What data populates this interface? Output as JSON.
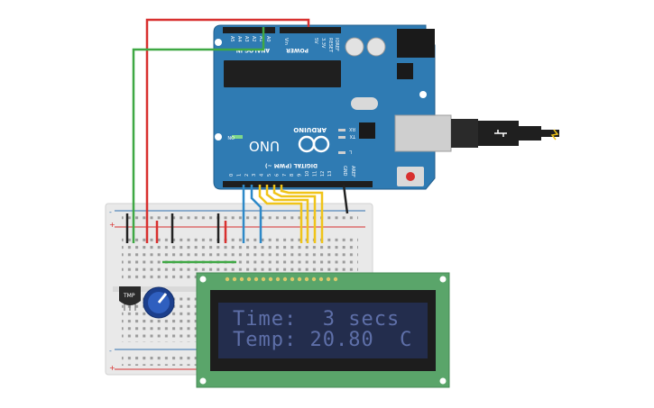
{
  "arduino": {
    "brand": "ARDUINO",
    "model": "UNO",
    "analog_label": "ANALOG IN",
    "power_label": "POWER",
    "digital_label": "DIGITAL (PWM ~)",
    "on_label": "ON",
    "tx_label": "TX",
    "rx_label": "RX",
    "l_label": "L",
    "aref_label": "AREF",
    "gnd_label": "GND",
    "ioref_label": "IOREF",
    "reset_label": "RESET",
    "v33_label": "3.3V",
    "v5_label": "5V",
    "vin_label": "Vin",
    "analog_pins": [
      "A0",
      "A1",
      "A2",
      "A3",
      "A4",
      "A5"
    ],
    "digital_pins": [
      "0",
      "1",
      "2",
      "3",
      "4",
      "5",
      "6",
      "7",
      "8",
      "9",
      "10",
      "11",
      "12",
      "13"
    ]
  },
  "sensor": {
    "label": "TMP"
  },
  "lcd": {
    "line1": "Time:  3 secs",
    "line2": "Temp: 20.80  C"
  },
  "colors": {
    "board": "#2f7bb3",
    "breadboard": "#e9e9e9",
    "lcd_pcb": "#5aa56a",
    "lcd_screen": "#232d4d",
    "lcd_text": "#5e6fa8",
    "wire_red": "#d8302f",
    "wire_green": "#3fa844",
    "wire_blue": "#2e89c8",
    "wire_yellow": "#f0c419",
    "wire_black": "#222222"
  }
}
